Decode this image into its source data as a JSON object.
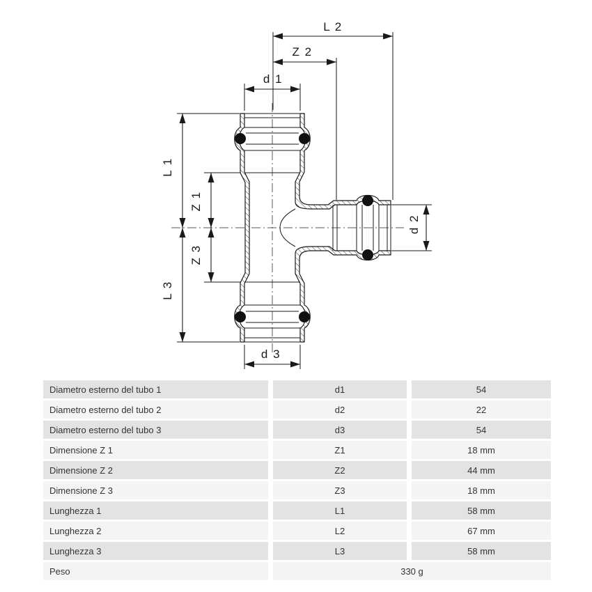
{
  "drawing": {
    "dim_labels": {
      "l2": "L 2",
      "z2": "Z 2",
      "d1": "d 1",
      "l1": "L 1",
      "z1": "Z 1",
      "z3": "Z 3",
      "l3": "L 3",
      "d3": "d 3",
      "d2": "d 2"
    },
    "line_color": "#1a1a1a",
    "centerline_color": "#555555",
    "oring_color": "#111111"
  },
  "table": {
    "rows": [
      {
        "label": "Diametro esterno del tubo 1",
        "symbol": "d1",
        "value": "54"
      },
      {
        "label": "Diametro esterno del tubo 2",
        "symbol": "d2",
        "value": "22"
      },
      {
        "label": "Diametro esterno del tubo 3",
        "symbol": "d3",
        "value": "54"
      },
      {
        "label": "Dimensione Z 1",
        "symbol": "Z1",
        "value": "18 mm"
      },
      {
        "label": "Dimensione Z 2",
        "symbol": "Z2",
        "value": "44 mm"
      },
      {
        "label": "Dimensione Z 3",
        "symbol": "Z3",
        "value": "18 mm"
      },
      {
        "label": "Lunghezza 1",
        "symbol": "L1",
        "value": "58 mm"
      },
      {
        "label": "Lunghezza 2",
        "symbol": "L2",
        "value": "67 mm"
      },
      {
        "label": "Lunghezza 3",
        "symbol": "L3",
        "value": "58 mm"
      }
    ],
    "peso": {
      "label": "Peso",
      "value": "330 g"
    },
    "colors": {
      "row_dark": "#e3e3e3",
      "row_light": "#f4f4f4",
      "text": "#333333"
    }
  }
}
